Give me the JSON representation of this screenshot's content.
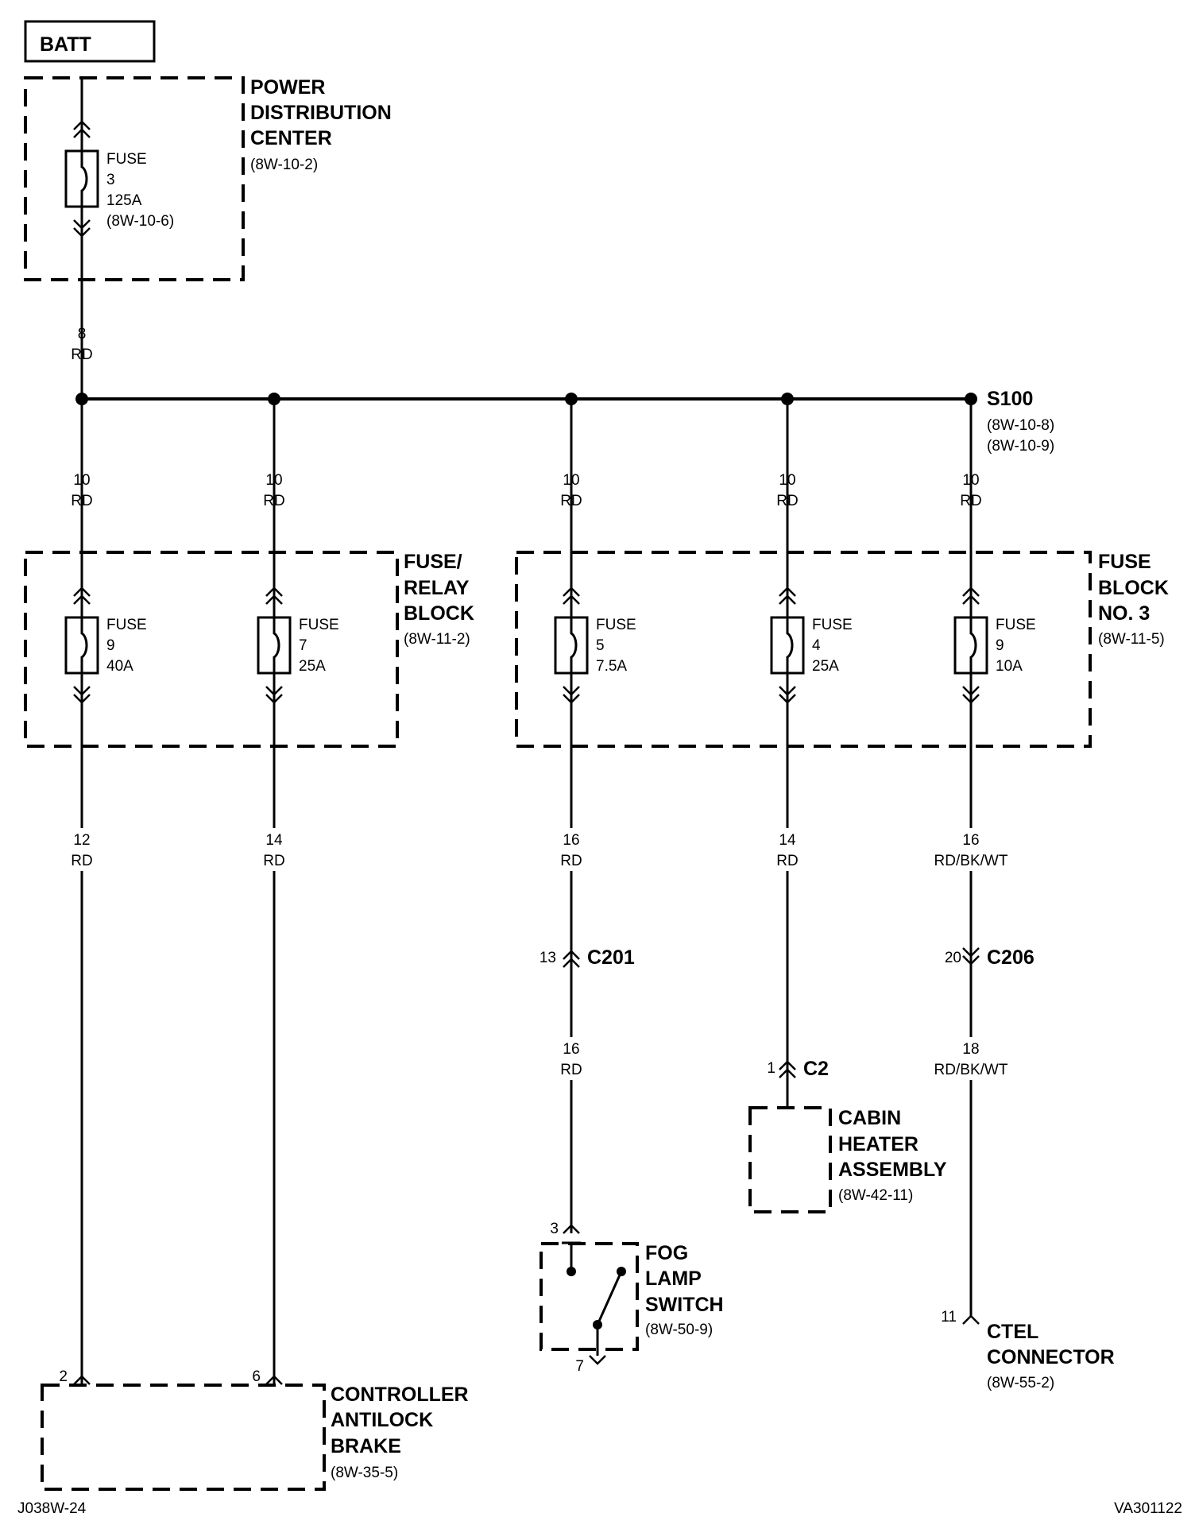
{
  "batt_label": "BATT",
  "pdc": {
    "title": [
      "POWER",
      "DISTRIBUTION",
      "CENTER"
    ],
    "ref": "(8W-10-2)",
    "fuse": {
      "label": "FUSE",
      "number": "3",
      "rating": "125A",
      "ref": "(8W-10-6)"
    }
  },
  "feed_wire": {
    "gauge": "8",
    "color": "RD"
  },
  "splice": {
    "name": "S100",
    "refs": [
      "(8W-10-8)",
      "(8W-10-9)"
    ]
  },
  "bus_wires": [
    {
      "gauge": "10",
      "color": "RD"
    },
    {
      "gauge": "10",
      "color": "RD"
    },
    {
      "gauge": "10",
      "color": "RD"
    },
    {
      "gauge": "10",
      "color": "RD"
    },
    {
      "gauge": "10",
      "color": "RD"
    }
  ],
  "fuse_relay_block": {
    "title": [
      "FUSE/",
      "RELAY",
      "BLOCK"
    ],
    "ref": "(8W-11-2)",
    "fuses": [
      {
        "label": "FUSE",
        "number": "9",
        "rating": "40A"
      },
      {
        "label": "FUSE",
        "number": "7",
        "rating": "25A"
      }
    ]
  },
  "fuse_block_3": {
    "title": [
      "FUSE",
      "BLOCK",
      "NO. 3"
    ],
    "ref": "(8W-11-5)",
    "fuses": [
      {
        "label": "FUSE",
        "number": "5",
        "rating": "7.5A"
      },
      {
        "label": "FUSE",
        "number": "4",
        "rating": "25A"
      },
      {
        "label": "FUSE",
        "number": "9",
        "rating": "10A"
      }
    ]
  },
  "out_wires": [
    {
      "gauge": "12",
      "color": "RD"
    },
    {
      "gauge": "14",
      "color": "RD"
    },
    {
      "gauge": "16",
      "color": "RD"
    },
    {
      "gauge": "14",
      "color": "RD"
    },
    {
      "gauge": "16",
      "color": "RD/BK/WT"
    }
  ],
  "c201": {
    "name": "C201",
    "pin": "13"
  },
  "c206": {
    "name": "C206",
    "pin": "20"
  },
  "c2": {
    "name": "C2",
    "pin": "1"
  },
  "fog_wire": {
    "gauge": "16",
    "color": "RD"
  },
  "ctel_wire": {
    "gauge": "18",
    "color": "RD/BK/WT"
  },
  "cabin_heater": {
    "title": [
      "CABIN",
      "HEATER",
      "ASSEMBLY"
    ],
    "ref": "(8W-42-11)"
  },
  "fog_lamp_switch": {
    "title": [
      "FOG",
      "LAMP",
      "SWITCH"
    ],
    "ref": "(8W-50-9)",
    "pin_in": "3",
    "pin_out": "7"
  },
  "ctel_connector": {
    "title": [
      "CTEL",
      "CONNECTOR"
    ],
    "ref": "(8W-55-2)",
    "pin": "11"
  },
  "abs_controller": {
    "title": [
      "CONTROLLER",
      "ANTILOCK",
      "BRAKE"
    ],
    "ref": "(8W-35-5)",
    "pins": [
      "2",
      "6"
    ]
  },
  "footer": {
    "left": "J038W-24",
    "right": "VA301122"
  }
}
